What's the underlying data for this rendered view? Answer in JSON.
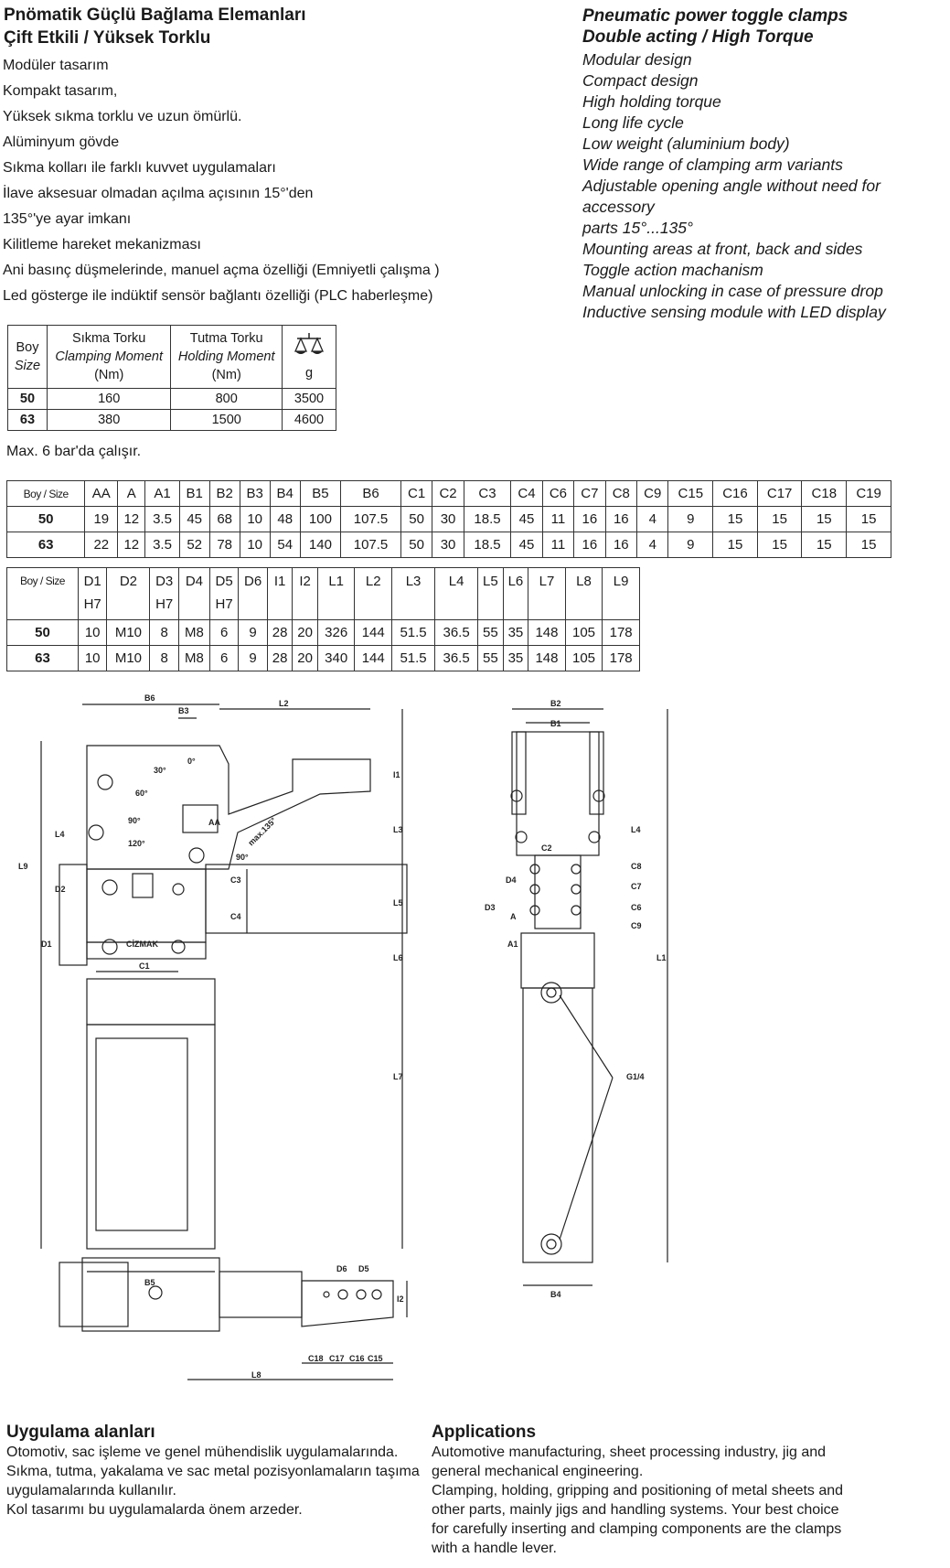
{
  "tr": {
    "title1": "Pnömatik Güçlü Bağlama Elemanları",
    "title2": "Çift Etkili / Yüksek Torklu",
    "features": [
      "Modüler tasarım",
      "Kompakt tasarım,",
      "Yüksek sıkma torklu ve uzun  ömürlü.",
      "Alüminyum  gövde",
      "Sıkma kolları ile farklı kuvvet uygulamaları",
      "İlave aksesuar olmadan açılma açısının 15°'den",
      "135°'ye ayar imkanı",
      "Kilitleme hareket mekanizması",
      "Ani basınç düşmelerinde, manuel açma özelliği (Emniyetli çalışma )",
      "Led gösterge ile indüktif sensör bağlantı özelliği (PLC haberleşme)"
    ]
  },
  "en": {
    "title1": "Pneumatic power toggle clamps",
    "title2": "Double acting / High Torque",
    "features": [
      "Modular design",
      "Compact design",
      "High holding torque",
      "Long life cycle",
      "Low weight (aluminium body)",
      "Wide range of clamping arm variants",
      "Adjustable opening angle  without need for accessory",
      "parts 15°...135°",
      "Mounting areas at front, back and sides",
      "Toggle action machanism",
      "Manual unlocking in case of pressure drop",
      "Inductive sensing module with LED display"
    ]
  },
  "torque_table": {
    "size_tr": "Boy",
    "size_en": "Size",
    "clamp_tr": "Sıkma Torku",
    "clamp_en": "Clamping Moment",
    "holding_tr": "Tutma Torku",
    "holding_en": "Holding Moment",
    "unit": "(Nm)",
    "weight_unit": "g",
    "weight_icon": "scale-icon",
    "rows": [
      {
        "size": "50",
        "clamp": "160",
        "hold": "800",
        "weight": "3500"
      },
      {
        "size": "63",
        "clamp": "380",
        "hold": "1500",
        "weight": "4600"
      }
    ]
  },
  "max_pressure": "Max. 6 bar'da çalışır.",
  "dim_table1": {
    "headers": [
      "Boy / Size",
      "AA",
      "A",
      "A1",
      "B1",
      "B2",
      "B3",
      "B4",
      "B5",
      "B6",
      "C1",
      "C2",
      "C3",
      "C4",
      "C6",
      "C7",
      "C8",
      "C9",
      "C15",
      "C16",
      "C17",
      "C18",
      "C19"
    ],
    "rows": [
      [
        "50",
        "19",
        "12",
        "3.5",
        "45",
        "68",
        "10",
        "48",
        "100",
        "107.5",
        "50",
        "30",
        "18.5",
        "45",
        "11",
        "16",
        "16",
        "4",
        "9",
        "15",
        "15",
        "15",
        "15"
      ],
      [
        "63",
        "22",
        "12",
        "3.5",
        "52",
        "78",
        "10",
        "54",
        "140",
        "107.5",
        "50",
        "30",
        "18.5",
        "45",
        "11",
        "16",
        "16",
        "4",
        "9",
        "15",
        "15",
        "15",
        "15"
      ]
    ]
  },
  "dim_table2": {
    "headers": [
      "Boy / Size",
      "D1",
      "D2",
      "D3",
      "D4",
      "D5",
      "D6",
      "I1",
      "I2",
      "L1",
      "L2",
      "L3",
      "L4",
      "L5",
      "L6",
      "L7",
      "L8",
      "L9"
    ],
    "subheaders": [
      "",
      "H7",
      "",
      "H7",
      "",
      "H7",
      "",
      "",
      "",
      "",
      "",
      "",
      "",
      "",
      "",
      "",
      "",
      ""
    ],
    "rows": [
      [
        "50",
        "10",
        "M10",
        "8",
        "M8",
        "6",
        "9",
        "28",
        "20",
        "326",
        "144",
        "51.5",
        "36.5",
        "55",
        "35",
        "148",
        "105",
        "178"
      ],
      [
        "63",
        "10",
        "M10",
        "8",
        "M8",
        "6",
        "9",
        "28",
        "20",
        "340",
        "144",
        "51.5",
        "36.5",
        "55",
        "35",
        "148",
        "105",
        "178"
      ]
    ]
  },
  "drawing": {
    "labels": {
      "B6": "B6",
      "B3": "B3",
      "L2": "L2",
      "I1": "I1",
      "AA": "AA",
      "L3": "L3",
      "L4": "L4",
      "L9": "L9",
      "D2": "D2",
      "C3": "C3",
      "C4": "C4",
      "L5": "L5",
      "D1": "D1",
      "C1": "C1",
      "L6": "L6",
      "L7": "L7",
      "B5": "B5",
      "B2": "B2",
      "B1": "B1",
      "C2": "C2",
      "D4": "D4",
      "D3": "D3",
      "A": "A",
      "A1": "A1",
      "C8": "C8",
      "C7": "C7",
      "C6": "C6",
      "C9": "C9",
      "L1": "L1",
      "G14": "G1/4",
      "B4": "B4",
      "D6": "D6",
      "D5": "D5",
      "I2": "I2",
      "C18": "C18",
      "C17": "C17",
      "C16": "C16",
      "C15": "C15",
      "L8": "L8",
      "a30": "30°",
      "a60": "60°",
      "a90": "90°",
      "a120": "120°",
      "a0": "0°",
      "a90b": "90°",
      "max": "max.135°",
      "brand": "CİZMAK"
    }
  },
  "applications_tr": {
    "title": "Uygulama alanları",
    "lines": [
      "Otomotiv, sac işleme ve genel mühendislik uygulamalarında.",
      "Sıkma, tutma, yakalama ve sac metal pozisyonlamaların  taşıma",
      "uygulamalarında kullanılır.",
      "Kol tasarımı bu uygulamalarda önem arzeder."
    ]
  },
  "applications_en": {
    "title": "Applications",
    "lines": [
      "Automotive manufacturing, sheet processing industry, jig and",
      "general mechanical engineering.",
      "Clamping, holding, gripping and positioning of metal sheets and",
      "other parts, mainly jigs and handling systems. Your best choice",
      "for carefully inserting and clamping components are the clamps",
      "with a handle lever."
    ]
  }
}
